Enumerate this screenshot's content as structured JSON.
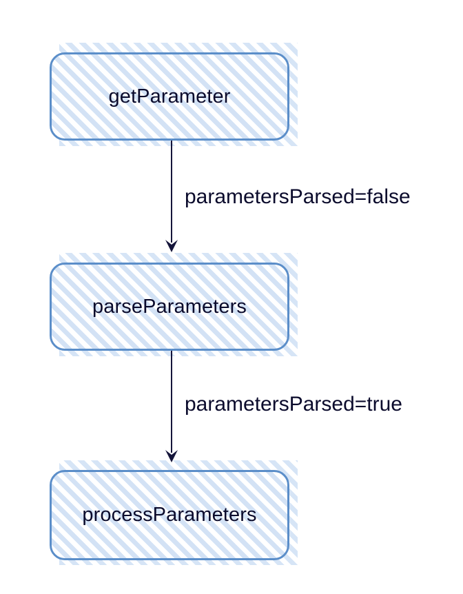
{
  "diagram": {
    "type": "flowchart",
    "orientation": "top-to-bottom",
    "background_color": "#ffffff",
    "node_border_color": "#5b8ec9",
    "node_fill_pattern": "diagonal-stripes-light-blue",
    "node_fill_stripe_color": "#d3e2f5",
    "text_color": "#0b0b2c",
    "edge_color": "#15153a",
    "nodes": [
      {
        "id": "getParameter",
        "label": "getParameter",
        "shape": "rounded-rectangle"
      },
      {
        "id": "parseParameters",
        "label": "parseParameters",
        "shape": "rounded-rectangle"
      },
      {
        "id": "processParameters",
        "label": "processParameters",
        "shape": "rounded-rectangle"
      }
    ],
    "edges": [
      {
        "id": "edge-1",
        "from": "getParameter",
        "to": "parseParameters",
        "label": "parametersParsed=false",
        "arrowhead": "filled-barb"
      },
      {
        "id": "edge-2",
        "from": "parseParameters",
        "to": "processParameters",
        "label": "parametersParsed=true",
        "arrowhead": "filled-barb"
      }
    ]
  }
}
